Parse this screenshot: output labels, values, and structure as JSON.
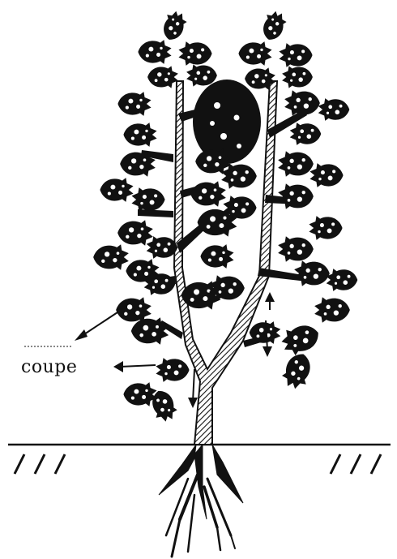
{
  "diagram": {
    "label_cut": "coupe"
  },
  "colors": {
    "ink": "#111111",
    "paper": "#ffffff"
  },
  "icons": {
    "plant": "tomato-plant-illustration",
    "arrow": "pruning-arrow-icon",
    "ground": "ground-hatching"
  }
}
